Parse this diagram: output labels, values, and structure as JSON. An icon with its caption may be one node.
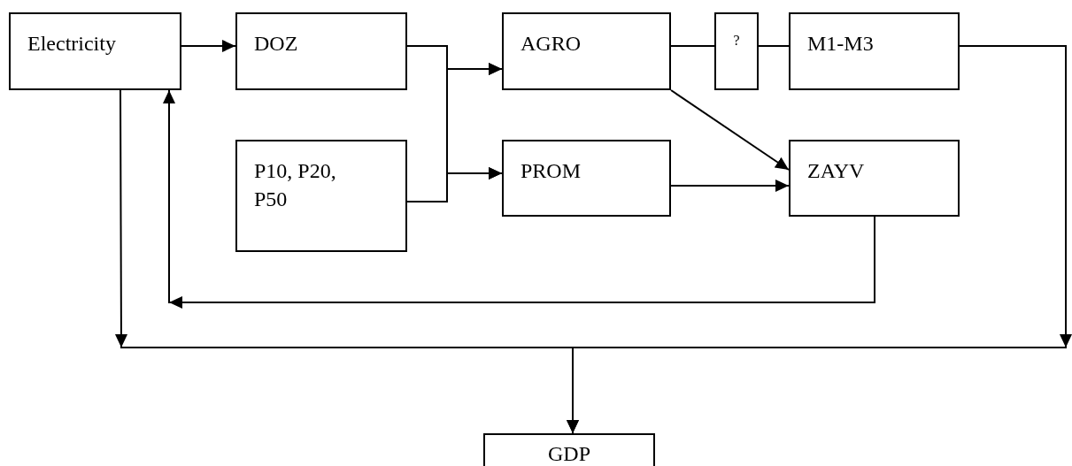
{
  "diagram": {
    "nodes": [
      {
        "text": [
          "Electricity"
        ]
      },
      {
        "text": [
          "DOZ"
        ]
      },
      {
        "text": [
          "AGRO"
        ]
      },
      {
        "text": [
          "?"
        ]
      },
      {
        "text": [
          "M1-M3"
        ]
      },
      {
        "text": [
          "P10, P20, P50"
        ]
      },
      {
        "text": [
          "PROM"
        ]
      },
      {
        "text": [
          "ZAYV"
        ]
      },
      {
        "text": [
          "GDP"
        ]
      }
    ],
    "edges": [
      {
        "from": 0,
        "to": 1,
        "arrow": "to"
      },
      {
        "from": 1,
        "to": 2,
        "arrow": "to"
      },
      {
        "from": 1,
        "to": 6,
        "arrow": "to"
      },
      {
        "from": 5,
        "to": 2,
        "arrow": "to"
      },
      {
        "from": 5,
        "to": 6,
        "arrow": "to"
      },
      {
        "from": 2,
        "to": 3,
        "arrow": "none"
      },
      {
        "from": 3,
        "to": 4,
        "arrow": "none"
      },
      {
        "from": 2,
        "to": 7,
        "arrow": "to"
      },
      {
        "from": 6,
        "to": 7,
        "arrow": "to"
      },
      {
        "from": 7,
        "to": 0,
        "arrow": "to"
      },
      {
        "from": 0,
        "to": 8,
        "arrow": "to"
      },
      {
        "from": 4,
        "to": 8,
        "arrow": "to"
      }
    ]
  }
}
